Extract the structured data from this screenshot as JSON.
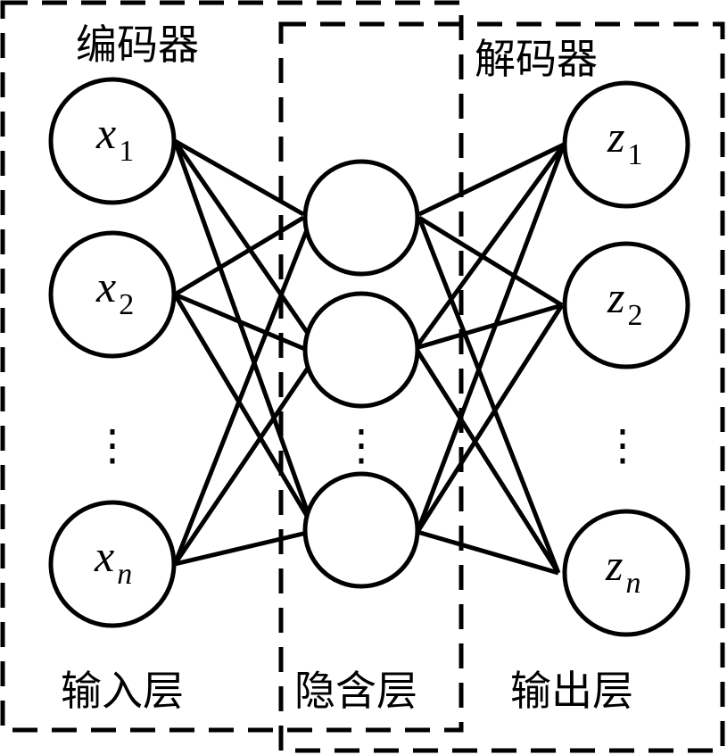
{
  "encoder_label": "编码器",
  "decoder_label": "解码器",
  "input_layer_label": "输入层",
  "hidden_layer_label": "隐含层",
  "output_layer_label": "输出层",
  "input_nodes": [
    {
      "var": "x",
      "sub": "1"
    },
    {
      "var": "x",
      "sub": "2"
    },
    {
      "var": "x",
      "sub": "n"
    }
  ],
  "output_nodes": [
    {
      "var": "z",
      "sub": "1"
    },
    {
      "var": "z",
      "sub": "2"
    },
    {
      "var": "z",
      "sub": "n"
    }
  ],
  "ellipsis": "⋮"
}
